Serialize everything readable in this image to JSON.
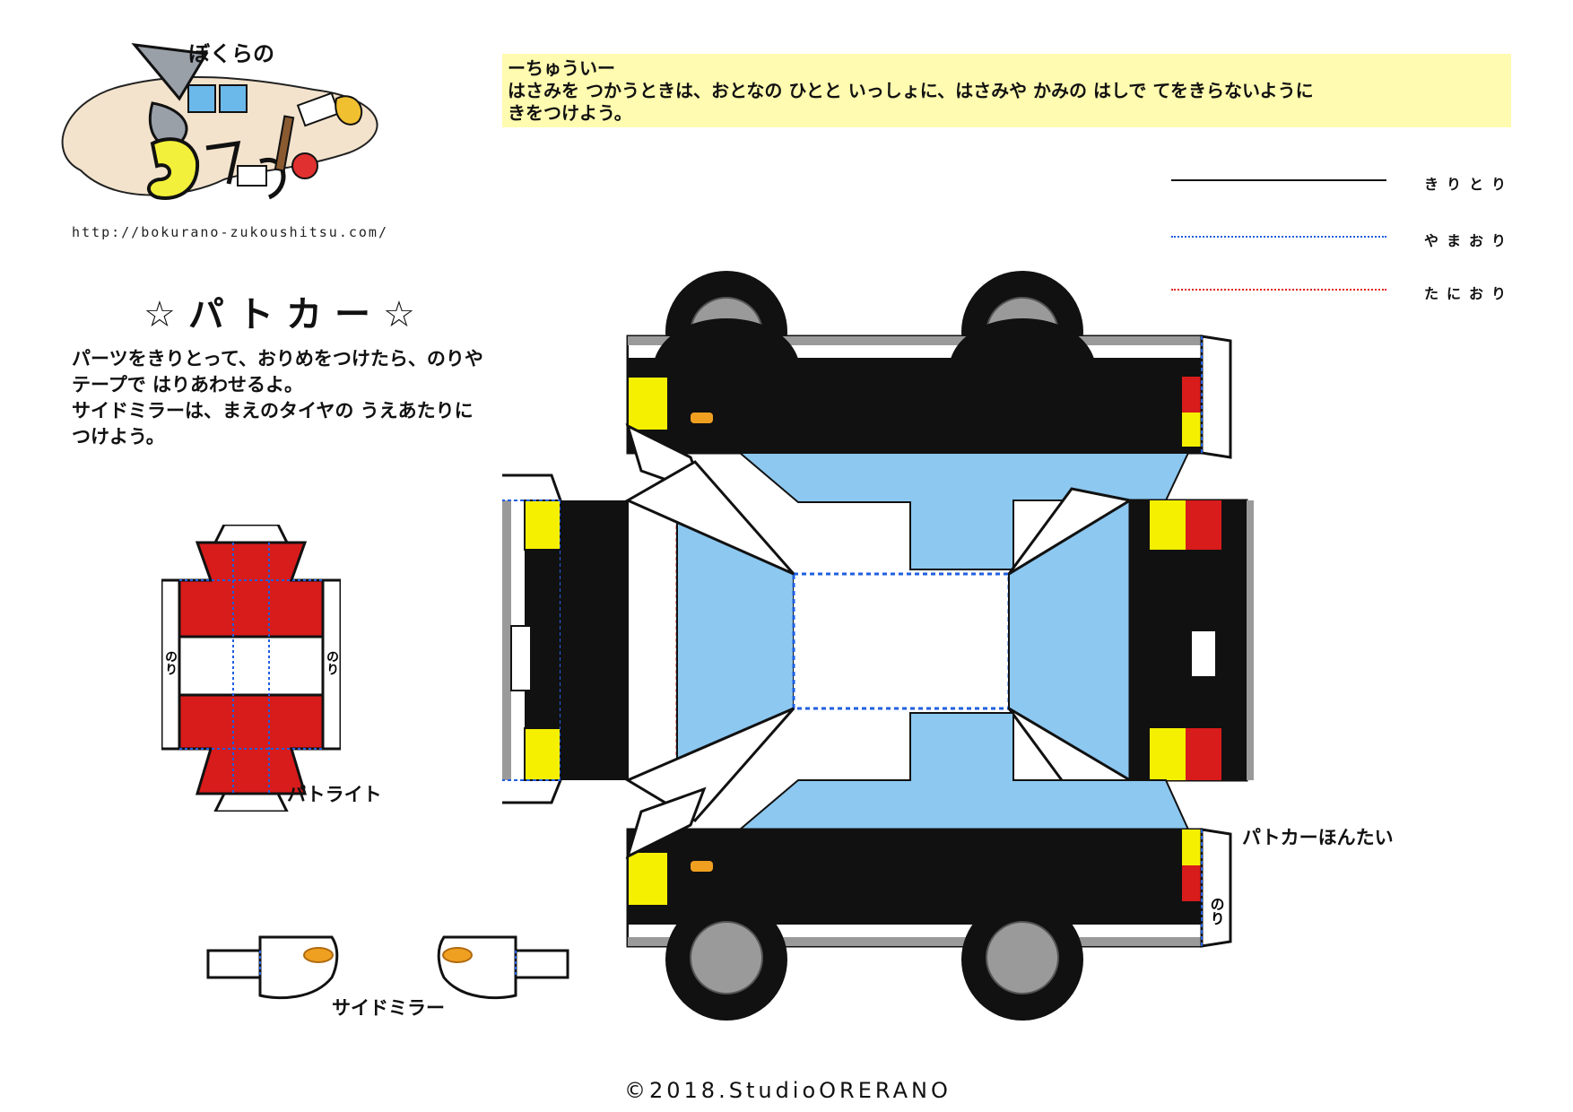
{
  "logo": {
    "kana_top": "ぼくらの",
    "url": "http://bokurano-zukoushitsu.com/"
  },
  "caution": {
    "heading": "ーちゅういー",
    "line1": "はさみを つかうときは、おとなの ひとと いっしょに、はさみや かみの はしで てをきらないように",
    "line2": "きをつけよう。"
  },
  "legend": [
    {
      "label": "きりとり",
      "style": "solid",
      "color": "#111111"
    },
    {
      "label": "やまおり",
      "style": "dotted",
      "color": "#1f5fe0"
    },
    {
      "label": "たにおり",
      "style": "dotted",
      "color": "#e01f1f"
    }
  ],
  "title": "☆パトカー☆",
  "instructions": [
    "パーツをきりとって、おりめをつけたら、のりや",
    "テープで はりあわせるよ。",
    "サイドミラーは、まえのタイヤの うえあたりに",
    "つけよう。"
  ],
  "parts": {
    "patlight": "パトライト",
    "body": "パトカーほんたい",
    "mirror": "サイドミラー"
  },
  "glue_mark": "のり",
  "copyright": "©2018.StudioORERANO",
  "colors": {
    "mountain_fold": "#1f5fe0",
    "valley_fold": "#e01f1f",
    "caution_bg": "#fffbb0",
    "window_blue": "#8cc8f0",
    "siren_red": "#d81b1b",
    "light_yellow": "#f5f000"
  }
}
